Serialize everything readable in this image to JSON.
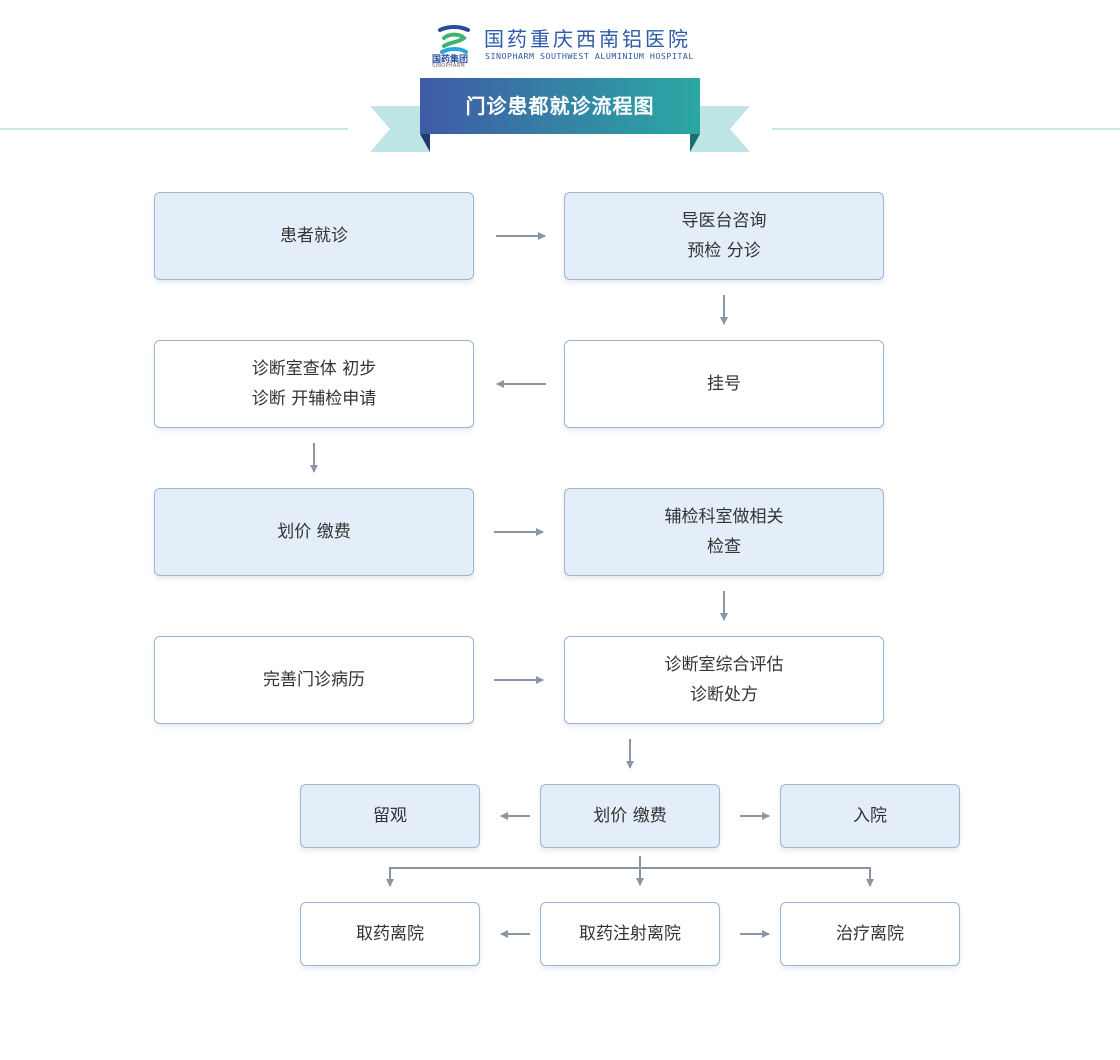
{
  "header": {
    "logo": {
      "group_name": "国药集团",
      "group_name_en": "SINOPHARM",
      "hospital_name": "国药重庆西南铝医院",
      "hospital_name_en": "SINOPHARM SOUTHWEST ALUMINIUM HOSPITAL"
    },
    "title": "门诊患都就诊流程图"
  },
  "colors": {
    "box_fill": "#e4eef8",
    "box_border": "#9bb6d6",
    "arrow": "#8a96a6",
    "ribbon_start": "#3f5aa6",
    "ribbon_end": "#2aa8a3",
    "ribbon_wing": "#bfe6e6"
  },
  "flow": {
    "step1": {
      "line1": "患者就诊"
    },
    "step2": {
      "line1": "导医台咨询",
      "line2": "预检  分诊"
    },
    "step3": {
      "line1": "挂号"
    },
    "step4": {
      "line1": "诊断室查体  初步",
      "line2": "诊断  开辅检申请"
    },
    "step5": {
      "line1": "划价  缴费"
    },
    "step6": {
      "line1": "辅检科室做相关",
      "line2": "检查"
    },
    "step7": {
      "line1": "完善门诊病历"
    },
    "step8": {
      "line1": "诊断室综合评估",
      "line2": "诊断处方"
    },
    "step9": {
      "line1": "划价  缴费"
    },
    "step10": {
      "line1": "留观"
    },
    "step11": {
      "line1": "入院"
    },
    "step12": {
      "line1": "取药注射离院"
    },
    "step13": {
      "line1": "取药离院"
    },
    "step14": {
      "line1": "治疗离院"
    }
  }
}
